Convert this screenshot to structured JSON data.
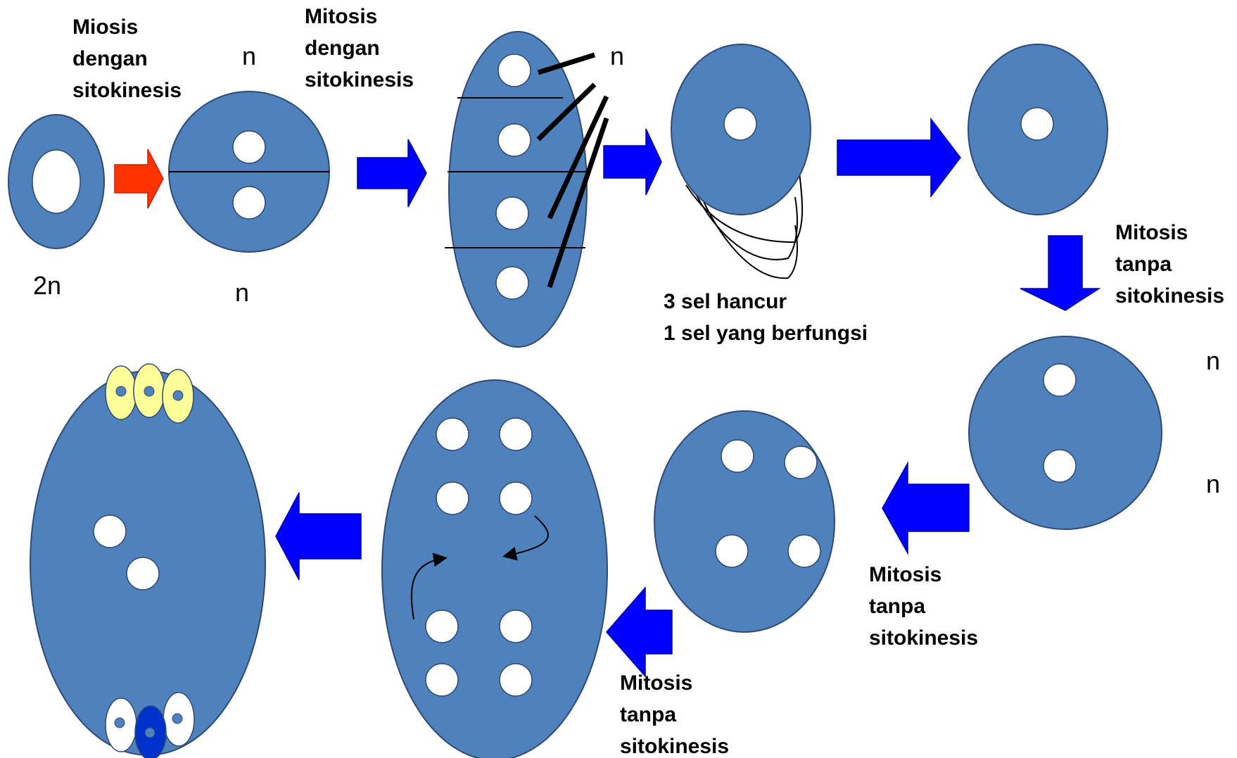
{
  "colors": {
    "cell": "#4f81bd",
    "cell_outline": "#2e4a73",
    "nucleus": "#ffffff",
    "arrow_red": "#ff3300",
    "arrow_blue": "#0000ff",
    "antipodal_yellow": "#ffff99",
    "egg_blue": "#0033cc"
  },
  "labels": {
    "meiosis_step": [
      "Miosis",
      "dengan",
      "sitokinesis"
    ],
    "mitosis_cyto": [
      "Mitosis",
      "dengan",
      "sitokinesis"
    ],
    "mitosis_no_cyto_1": [
      "Mitosis",
      "tanpa",
      "sitokinesis"
    ],
    "mitosis_no_cyto_2": [
      "Mitosis",
      "tanpa",
      "sitokinesis"
    ],
    "mitosis_no_cyto_3": [
      "Mitosis",
      "tanpa",
      "sitokinesis"
    ],
    "degenerate": [
      "3 sel hancur",
      "1 sel yang berfungsi"
    ],
    "ploidy_2n": "2n",
    "ploidy_n": "n"
  }
}
